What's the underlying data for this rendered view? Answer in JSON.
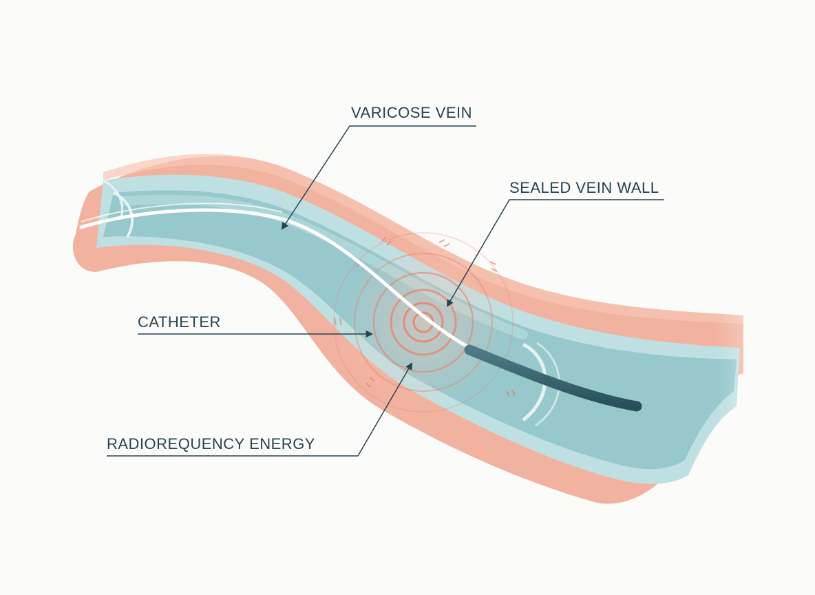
{
  "labels": {
    "varicose_vein": "VARICOSE VEIN",
    "sealed_vein_wall": "SEALED VEIN WALL",
    "catheter": "CATHETER",
    "radiofrequency_energy": "RADIOREQUENCY ENERGY"
  },
  "colors": {
    "background": "#fbfbfa",
    "tissue": "#f0b19c",
    "vein_wall": "#b9dde0",
    "lumen": "#94c6ca",
    "catheter_tip": "#33606c",
    "energy_rings": "#e8806c",
    "leader_lines": "#26434f"
  },
  "icons": [
    "vein-illustration",
    "catheter-icon",
    "energy-rings-icon"
  ]
}
